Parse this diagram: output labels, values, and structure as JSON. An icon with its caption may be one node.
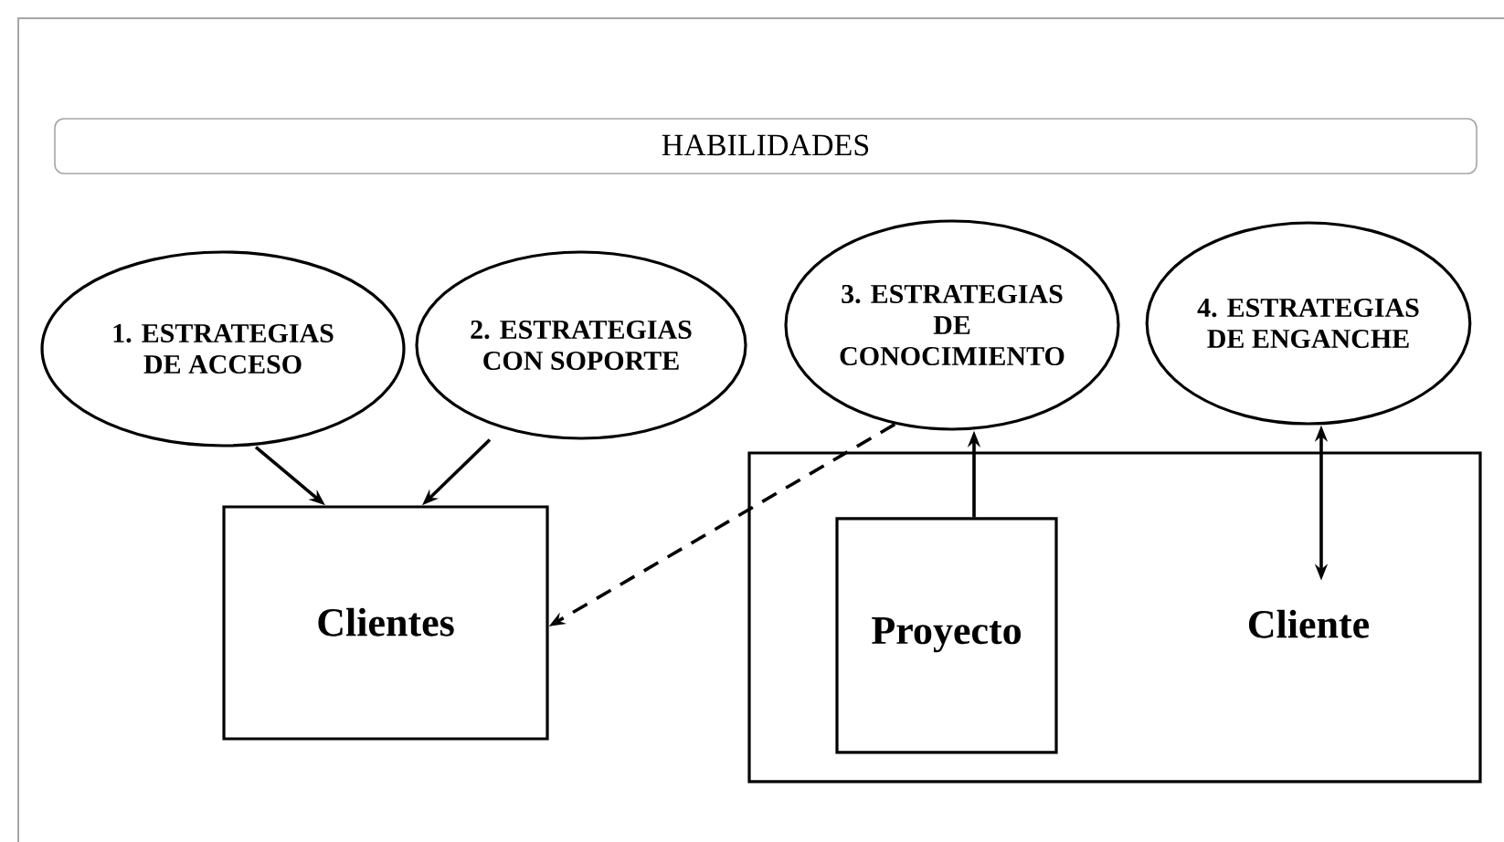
{
  "diagram": {
    "nodes": [
      {
        "text": [
          "HABILIDADES"
        ]
      },
      {
        "text": [
          "1. ESTRATEGIAS DE ACCESO"
        ]
      },
      {
        "text": [
          "2. ESTRATEGIAS CON SOPORTE"
        ]
      },
      {
        "text": [
          "3. ESTRATEGIAS DE CONOCIMIENTO"
        ]
      },
      {
        "text": [
          "4. ESTRATEGIAS DE ENGANCHE"
        ]
      },
      {
        "text": [
          "Clientes"
        ]
      },
      {
        "text": [],
        "shape": "box"
      },
      {
        "text": [
          "Proyecto"
        ],
        "in": 6
      },
      {
        "text": [
          "Cliente"
        ],
        "in": 6
      }
    ],
    "edges": [
      {
        "from": 1,
        "to": 5,
        "arrow": "to"
      },
      {
        "from": 2,
        "to": 5,
        "arrow": "to"
      },
      {
        "from": 3,
        "to": 5,
        "arrow": "to",
        "style": "dashed"
      },
      {
        "from": 7,
        "to": 3,
        "arrow": "to"
      },
      {
        "from": 4,
        "to": 8,
        "arrow": "both"
      }
    ]
  }
}
